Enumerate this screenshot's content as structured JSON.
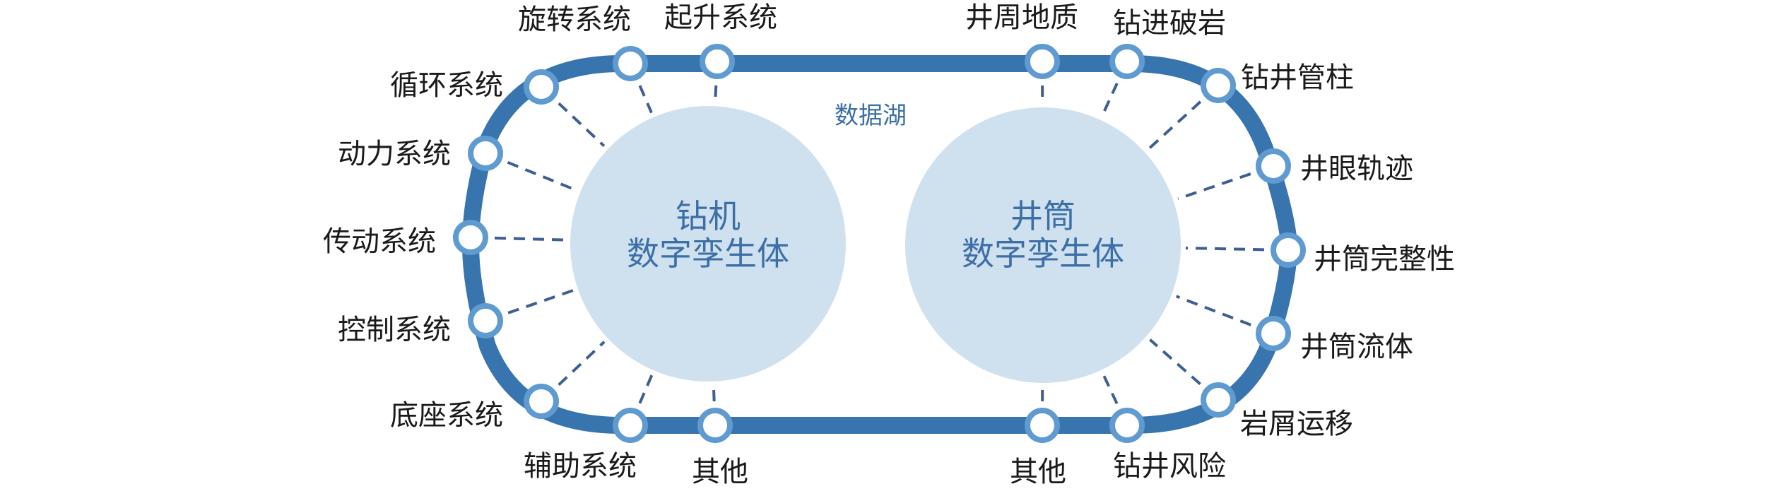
{
  "title": "数据湖",
  "colors": {
    "track": "#3874ad",
    "node_stroke": "#5f9bd0",
    "twin_fill": "#cfe0ef",
    "twin_text": "#3c6fa6",
    "dash": "#3f5e93"
  },
  "twins": [
    {
      "line1": "钻机",
      "line2": "数字孪生体"
    },
    {
      "line1": "井筒",
      "line2": "数字孪生体"
    }
  ],
  "rig_nodes": [
    "旋转系统",
    "起升系统",
    "循环系统",
    "动力系统",
    "传动系统",
    "控制系统",
    "底座系统",
    "辅助系统",
    "其他"
  ],
  "well_nodes": [
    "井周地质",
    "钻进破岩",
    "钻井管柱",
    "井眼轨迹",
    "井筒完整性",
    "井筒流体",
    "岩屑运移",
    "钻井风险",
    "其他"
  ]
}
